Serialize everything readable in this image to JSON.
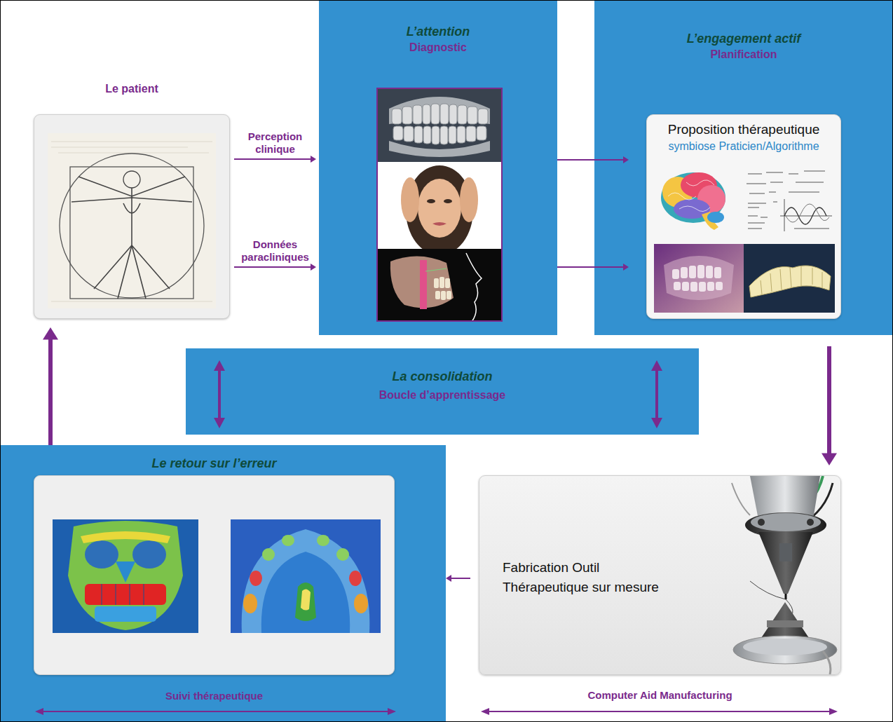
{
  "diagram": {
    "nodes": [
      {
        "text": [
          "Le patient"
        ]
      },
      {
        "text": [
          "L’attention",
          "Diagnostic"
        ]
      },
      {
        "text": [
          "L’engagement actif",
          "Planification"
        ]
      },
      {
        "text": [
          "Proposition thérapeutique",
          "symbiose Praticien/Algorithme"
        ],
        "in": 2
      },
      {
        "text": [
          "La consolidation",
          "Boucle d’apprentissage"
        ]
      },
      {
        "text": [
          "Le retour sur l’erreur",
          "Suivi thérapeutique"
        ]
      },
      {
        "text": [
          "Fabrication Outil Thérapeutique sur mesure"
        ]
      }
    ],
    "edges": [
      {
        "from": 0,
        "to": 1,
        "label": "Perception clinique",
        "arrow": "to"
      },
      {
        "from": 0,
        "to": 1,
        "label": "Données paracliniques",
        "arrow": "to"
      },
      {
        "from": 1,
        "to": 3,
        "arrow": "to"
      },
      {
        "from": 1,
        "to": 3,
        "arrow": "to"
      },
      {
        "from": 2,
        "to": 6,
        "arrow": "to"
      },
      {
        "from": 6,
        "to": 5,
        "arrow": "to"
      },
      {
        "from": 5,
        "to": 0,
        "arrow": "to"
      }
    ],
    "labels": [
      "Computer Aid Manufacturing"
    ]
  }
}
